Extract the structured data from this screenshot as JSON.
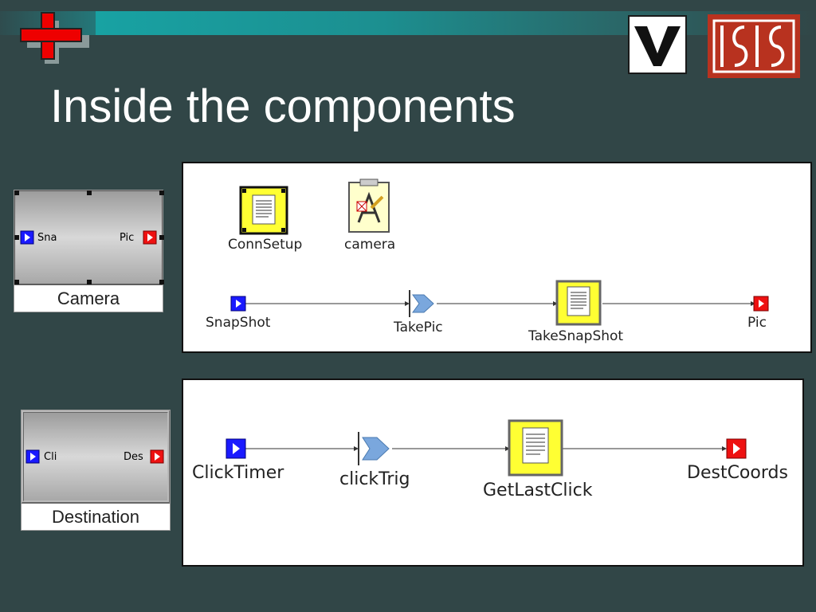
{
  "slide": {
    "title": "Inside the components"
  },
  "camera_block": {
    "caption": "Camera",
    "in_port": "Sna",
    "out_port": "Pic"
  },
  "destination_block": {
    "caption": "Destination",
    "in_port": "Cli",
    "out_port": "Des"
  },
  "camera_panel": {
    "conn_setup": "ConnSetup",
    "camera_attr": "camera",
    "input_port": "SnapShot",
    "trigger": "TakePic",
    "action": "TakeSnapShot",
    "output_port": "Pic"
  },
  "destination_panel": {
    "input_port": "ClickTimer",
    "trigger": "clickTrig",
    "action": "GetLastClick",
    "output_port": "DestCoords"
  },
  "colors": {
    "background": "#314647",
    "input_port": "#1a1aff",
    "output_port": "#ee1111",
    "action_fill": "#ffff33",
    "trigger": "#7aa7dd"
  }
}
